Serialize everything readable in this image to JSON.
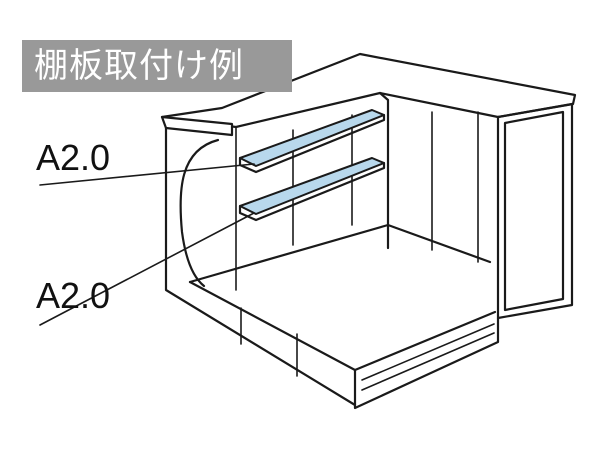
{
  "diagram": {
    "title": "棚板取付け例",
    "callouts": [
      {
        "id": "upper-shelf",
        "label": "A2.0"
      },
      {
        "id": "lower-shelf",
        "label": "A2.0"
      }
    ],
    "colors": {
      "title_background": "#999999",
      "title_text": "#ffffff",
      "shelf_fill": "#b8d8ec",
      "line": "#1a1a1a"
    }
  }
}
